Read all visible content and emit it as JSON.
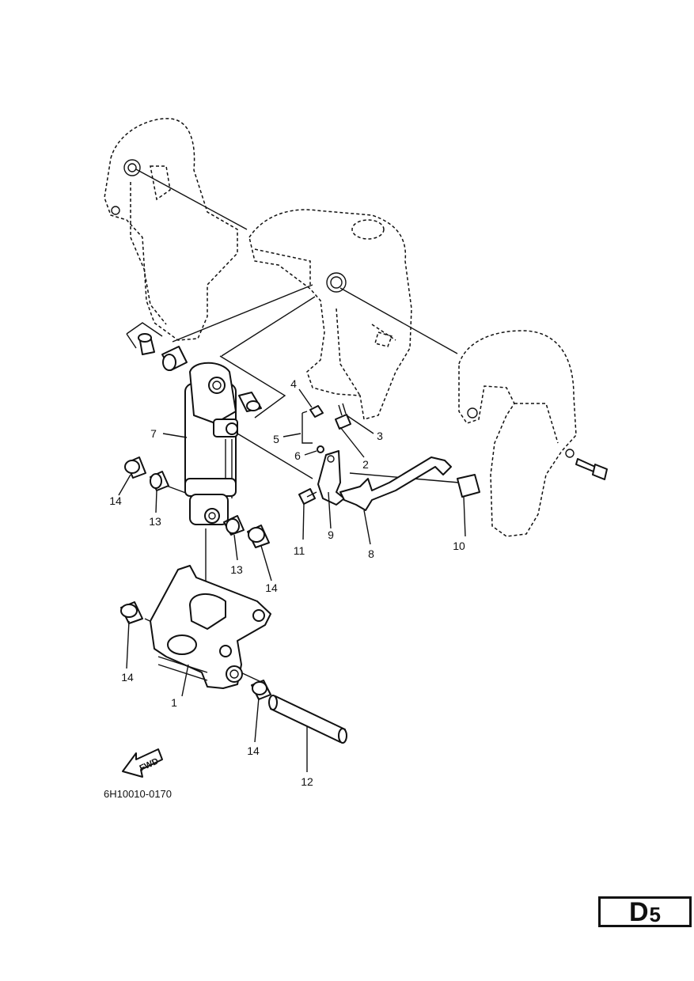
{
  "diagram": {
    "callouts": [
      {
        "id": "1",
        "label": "1"
      },
      {
        "id": "2",
        "label": "2"
      },
      {
        "id": "3",
        "label": "3"
      },
      {
        "id": "4",
        "label": "4"
      },
      {
        "id": "5",
        "label": "5"
      },
      {
        "id": "6",
        "label": "6"
      },
      {
        "id": "7",
        "label": "7"
      },
      {
        "id": "8",
        "label": "8"
      },
      {
        "id": "9",
        "label": "9"
      },
      {
        "id": "10",
        "label": "10"
      },
      {
        "id": "11",
        "label": "11"
      },
      {
        "id": "12",
        "label": "12"
      },
      {
        "id": "13a",
        "label": "13"
      },
      {
        "id": "13b",
        "label": "13"
      },
      {
        "id": "14a",
        "label": "14"
      },
      {
        "id": "14b",
        "label": "14"
      },
      {
        "id": "14c",
        "label": "14"
      },
      {
        "id": "14d",
        "label": "14"
      }
    ],
    "direction_label": "FWD",
    "drawing_code": "6H10010-0170"
  },
  "page_tag": {
    "letter": "D",
    "number": "5"
  }
}
